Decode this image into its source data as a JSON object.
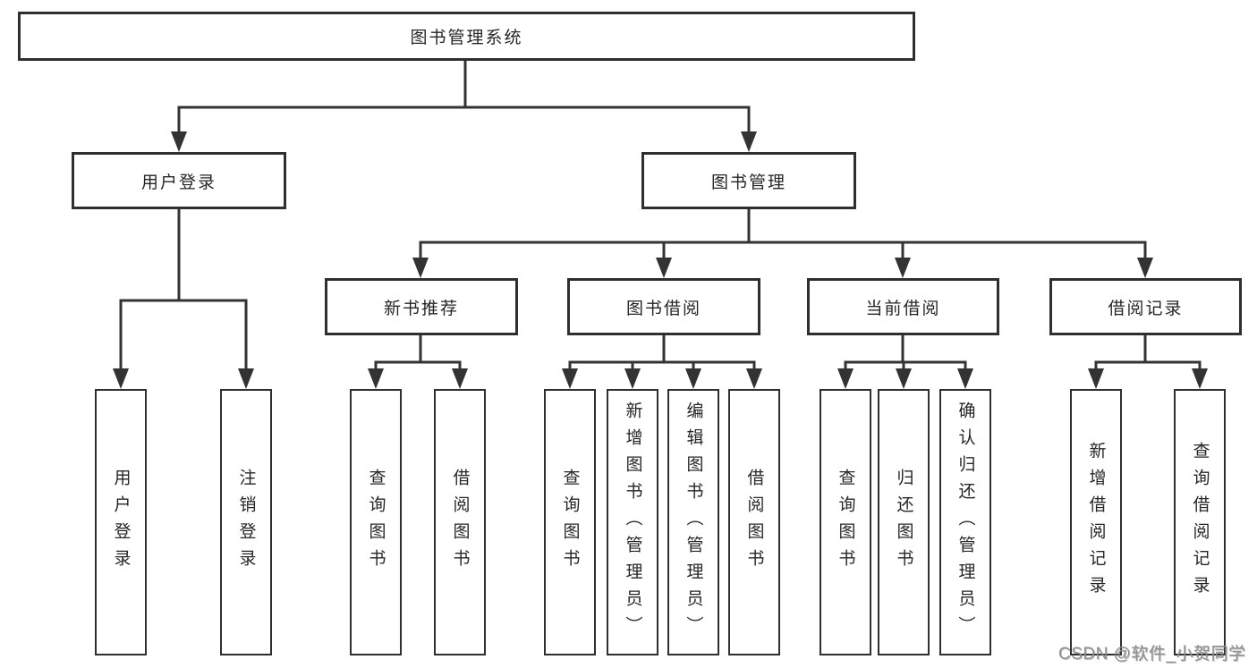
{
  "diagram": {
    "root": {
      "label": "图书管理系统"
    },
    "branches": [
      {
        "label": "用户登录",
        "children": [
          {
            "label": "用户登录"
          },
          {
            "label": "注销登录"
          }
        ]
      },
      {
        "label": "图书管理",
        "sections": [
          {
            "label": "新书推荐",
            "children": [
              {
                "label": "查询图书"
              },
              {
                "label": "借阅图书"
              }
            ]
          },
          {
            "label": "图书借阅",
            "children": [
              {
                "label": "查询图书"
              },
              {
                "label": "新增图书（管理员）"
              },
              {
                "label": "编辑图书（管理员）"
              },
              {
                "label": "借阅图书"
              }
            ]
          },
          {
            "label": "当前借阅",
            "children": [
              {
                "label": "查询图书"
              },
              {
                "label": "归还图书"
              },
              {
                "label": "确认归还（管理员）"
              }
            ]
          },
          {
            "label": "借阅记录",
            "children": [
              {
                "label": "新增借阅记录"
              },
              {
                "label": "查询借阅记录"
              }
            ]
          }
        ]
      }
    ]
  },
  "watermark": {
    "text": "CSDN @软件_小贺同学"
  },
  "colors": {
    "line": "#333333",
    "text": "#262626",
    "box_border": "#2f2f2f",
    "background": "#ffffff",
    "watermark": "#8f8f8f"
  }
}
